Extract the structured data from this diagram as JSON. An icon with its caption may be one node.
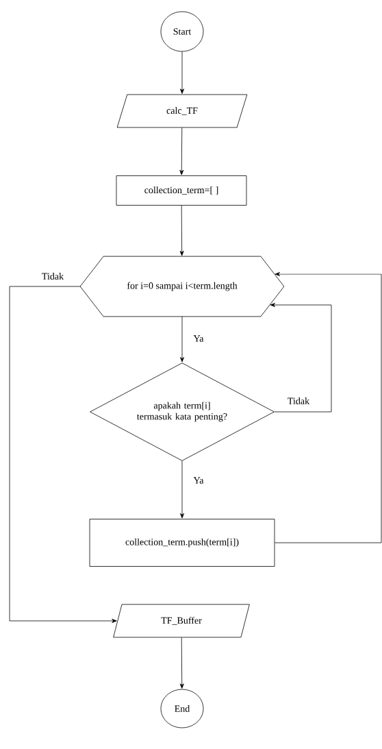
{
  "diagram": {
    "nodes": [
      {
        "text": [
          "Start"
        ]
      },
      {
        "text": [
          "calc_TF"
        ]
      },
      {
        "text": [
          "collection_term=[ ]"
        ]
      },
      {
        "text": [
          "for i=0 sampai i<term.length"
        ]
      },
      {
        "text": [
          "apakah term[i] termasuk kata penting?"
        ]
      },
      {
        "text": [
          "collection_term.push(term[i])"
        ]
      },
      {
        "text": [
          "TF_Buffer"
        ]
      },
      {
        "text": [
          "End"
        ]
      }
    ],
    "edges": [
      {
        "from": 0,
        "to": 1,
        "arrow": "to"
      },
      {
        "from": 1,
        "to": 2,
        "arrow": "to"
      },
      {
        "from": 2,
        "to": 3,
        "arrow": "to"
      },
      {
        "from": 3,
        "to": 4,
        "arrow": "to",
        "label": "Ya"
      },
      {
        "from": 4,
        "to": 5,
        "arrow": "to",
        "label": "Ya"
      },
      {
        "from": 4,
        "to": 3,
        "arrow": "to",
        "label": "Tidak"
      },
      {
        "from": 5,
        "to": 3,
        "arrow": "to"
      },
      {
        "from": 3,
        "to": 6,
        "arrow": "to",
        "label": "Tidak"
      },
      {
        "from": 6,
        "to": 7,
        "arrow": "to"
      }
    ]
  }
}
